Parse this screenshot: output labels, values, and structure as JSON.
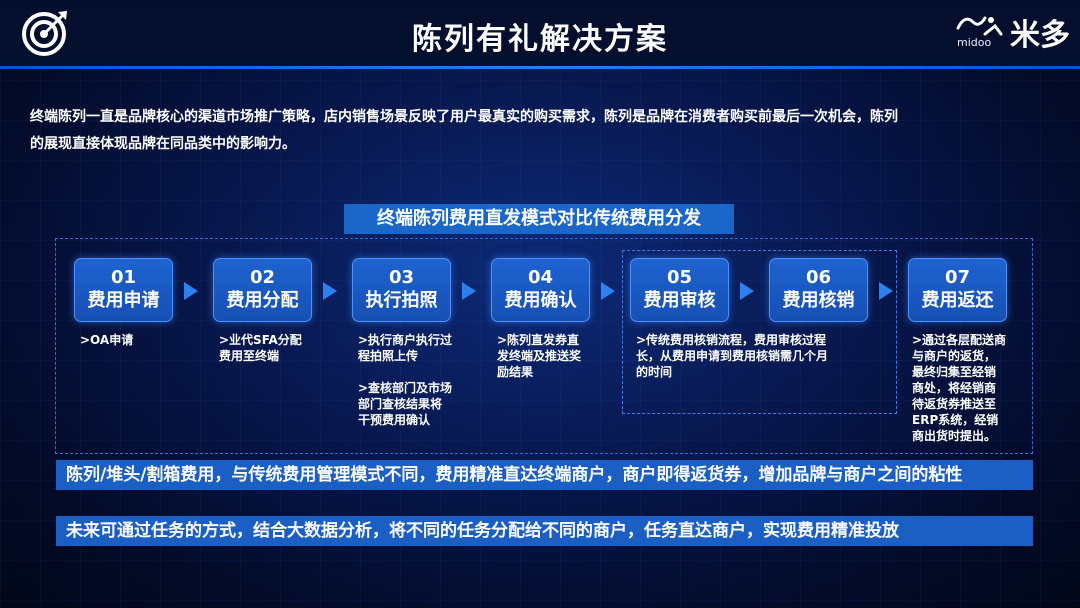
{
  "header": {
    "title": "陈列有礼解决方案",
    "logo_icon": "target-logo-icon",
    "brand_cn": "米多",
    "brand_en": "midoo"
  },
  "intro": {
    "line1": "终端陈列一直是品牌核心的渠道市场推广策略，店内销售场景反映了用户最真实的购买需求，陈列是品牌在消费者购买前最后一次机会，陈列",
    "line2": "的展现直接体现品牌在同品类中的影响力。"
  },
  "section": {
    "title": "终端陈列费用直发模式对比传统费用分发"
  },
  "steps": [
    {
      "num": "01",
      "name": "费用申请",
      "desc": [
        ">OA申请"
      ]
    },
    {
      "num": "02",
      "name": "费用分配",
      "desc": [
        ">业代SFA分配",
        "费用至终端"
      ]
    },
    {
      "num": "03",
      "name": "执行拍照",
      "desc": [
        ">执行商户执行过",
        "程拍照上传",
        "",
        ">查核部门及市场",
        "部门查核结果将",
        "干预费用确认"
      ]
    },
    {
      "num": "04",
      "name": "费用确认",
      "desc": [
        ">陈列直发券直",
        "发终端及推送奖",
        "励结果"
      ]
    },
    {
      "num": "05",
      "name": "费用审核",
      "desc": [
        ">传统费用核销流程，费用审核过程",
        "长，从费用申请到费用核销需几个月",
        "的时间"
      ]
    },
    {
      "num": "06",
      "name": "费用核销",
      "desc": []
    },
    {
      "num": "07",
      "name": "费用返还",
      "desc": [
        ">通过各层配送商",
        "与商户的返货，",
        "最终归集至经销",
        "商处，将经销商",
        "待返货券推送至",
        "ERP系统，经销",
        "商出货时提出。"
      ]
    }
  ],
  "bars": {
    "bar1": "陈列/堆头/割箱费用，与传统费用管理模式不同，费用精准直达终端商户，商户即得返货券，增加品牌与商户之间的粘性",
    "bar2": "未来可通过任务的方式，结合大数据分析，将不同的任务分配给不同的商户，任务直达商户，实现费用精准投放"
  },
  "colors": {
    "accent": "#1a67c9",
    "step_fill": "#1e63d0",
    "dashed": "#2d6fd6"
  }
}
